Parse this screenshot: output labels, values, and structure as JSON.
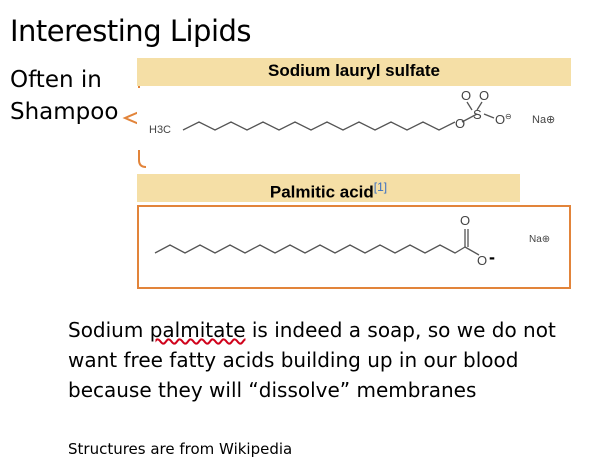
{
  "slide": {
    "title": "Interesting Lipids",
    "side_label_line1": "Often in",
    "side_label_line2": "Shampoo",
    "compound1": {
      "name": "Sodium lauryl sulfate",
      "h3c": "H3C",
      "o_labels": [
        "O",
        "O",
        "O",
        "S",
        "O"
      ],
      "charge": "⊖",
      "counterion": "Na⊕"
    },
    "compound2": {
      "name": "Palmitic acid",
      "ref": "[1]",
      "o_top": "O",
      "o_minus": "O",
      "minus": "-",
      "counterion": "Na⊕"
    },
    "body_pre": "Sodium ",
    "body_underlined": "palmitate",
    "body_post": " is indeed a soap, so we do not want free fatty acids building up in our blood because they will “dissolve” membranes",
    "footnote": "Structures are from Wikipedia"
  },
  "colors": {
    "bar": "#f5dfa6",
    "bracket": "#e2843a",
    "ref": "#3b6fc0"
  }
}
